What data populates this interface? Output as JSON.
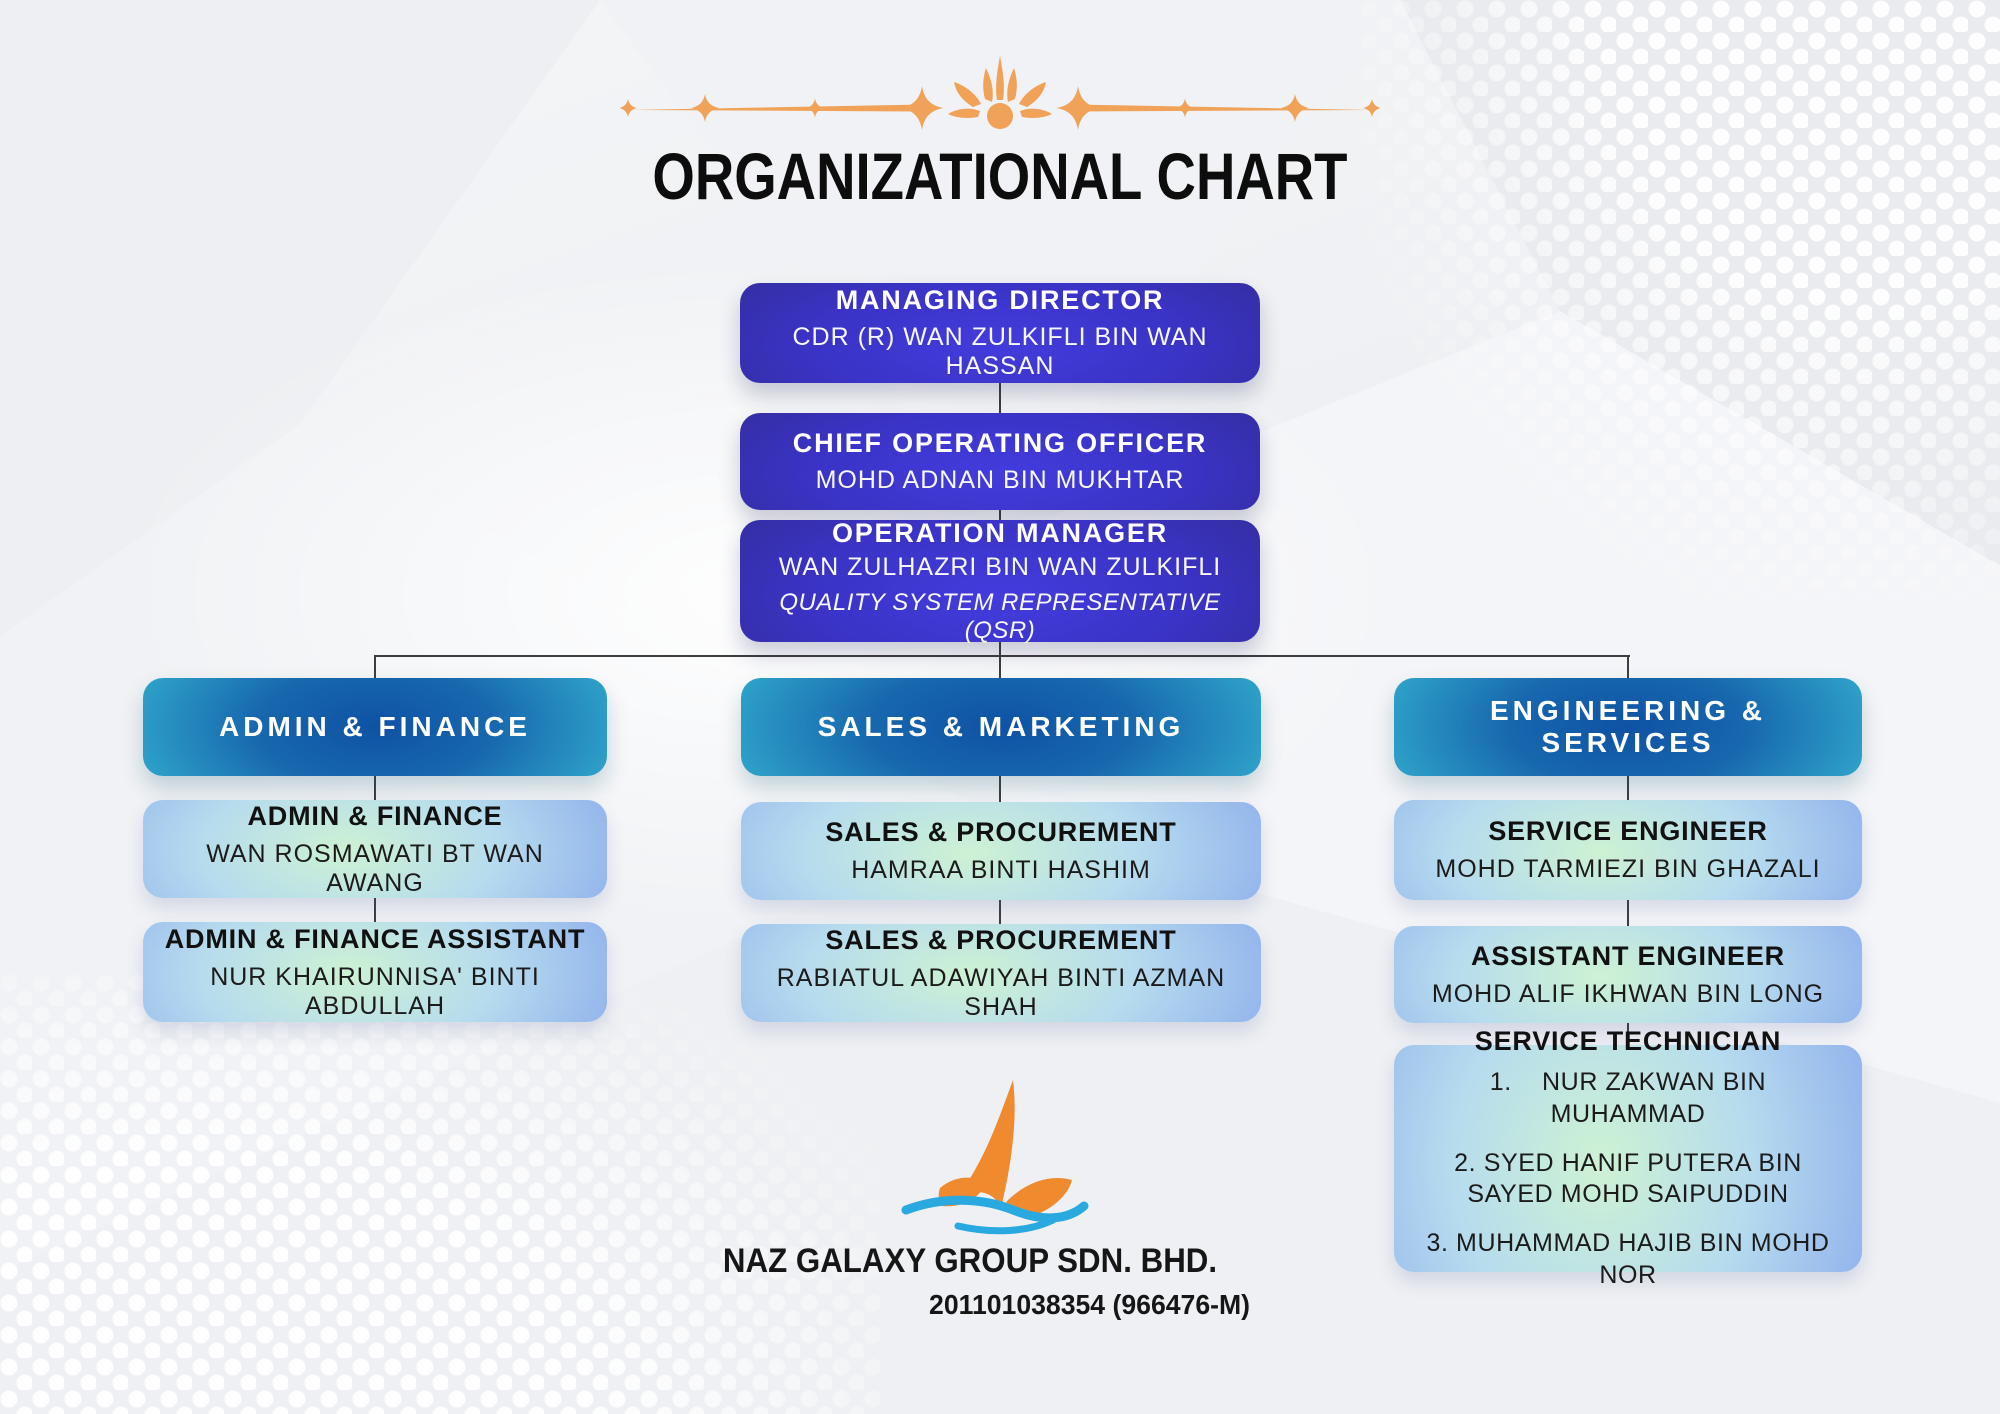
{
  "title": "ORGANIZATIONAL CHART",
  "org": {
    "level1": {
      "role": "MANAGING DIRECTOR",
      "name": "CDR (R) WAN ZULKIFLI BIN WAN HASSAN"
    },
    "level2": {
      "role": "CHIEF OPERATING OFFICER",
      "name": "MOHD ADNAN BIN MUKHTAR"
    },
    "level3": {
      "role": "OPERATION MANAGER",
      "name": "WAN ZULHAZRI BIN WAN ZULKIFLI",
      "note": "QUALITY SYSTEM REPRESENTATIVE (QSR)"
    }
  },
  "departments": [
    {
      "label": "ADMIN & FINANCE",
      "members": [
        {
          "role": "ADMIN & FINANCE",
          "name": "WAN ROSMAWATI BT WAN AWANG"
        },
        {
          "role": "ADMIN & FINANCE ASSISTANT",
          "name": "NUR KHAIRUNNISA' BINTI ABDULLAH"
        }
      ]
    },
    {
      "label": "SALES & MARKETING",
      "members": [
        {
          "role": "SALES & PROCUREMENT",
          "name": "HAMRAA BINTI HASHIM"
        },
        {
          "role": "SALES & PROCUREMENT",
          "name": "RABIATUL ADAWIYAH BINTI AZMAN SHAH"
        }
      ]
    },
    {
      "label": "ENGINEERING & SERVICES",
      "members": [
        {
          "role": "SERVICE ENGINEER",
          "name": "MOHD TARMIEZI BIN GHAZALI"
        },
        {
          "role": "ASSISTANT ENGINEER",
          "name": "MOHD ALIF IKHWAN BIN LONG"
        }
      ],
      "team": {
        "title": "SERVICE TECHNICIAN",
        "items": [
          "1.    NUR ZAKWAN BIN MUHAMMAD",
          "2. SYED HANIF PUTERA BIN SAYED MOHD SAIPUDDIN",
          "3. MUHAMMAD HAJIB BIN MOHD NOR"
        ]
      }
    }
  ],
  "footer": {
    "company": "NAZ GALAXY GROUP SDN. BHD.",
    "registration": "201101038354 (966476-M)"
  },
  "colors": {
    "ornament_orange": "#F0A258",
    "dark_box": "#3A33C6",
    "dark_box_edge": "#2F2A82",
    "teal_edge": "#43CFDC",
    "teal_center": "#0F52A4",
    "member_blue": "#90B1EC",
    "member_green": "#CDF2D3",
    "connector": "#3E3E3E",
    "logo_orange": "#F08A2E",
    "logo_blue": "#29A9E0"
  }
}
